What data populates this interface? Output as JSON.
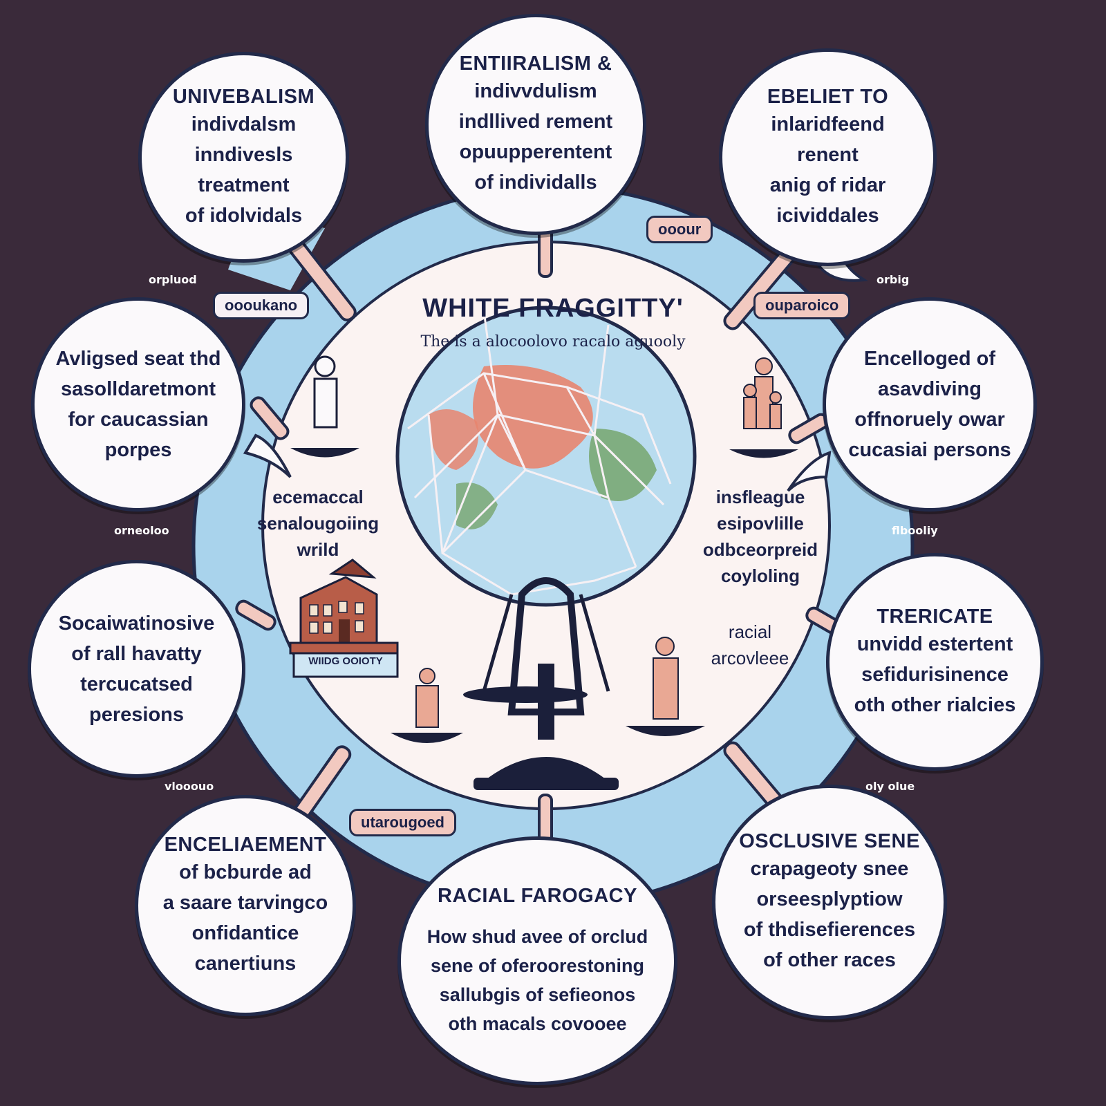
{
  "center": {
    "title": "WHITE FRAGGITTY'",
    "subtitle": "The is a alocoolovo racalo aguooly"
  },
  "bubbles": [
    {
      "title": "UNIVEBALISM",
      "lines": [
        "indivdalsm",
        "inndivesls treatment",
        "of idolvidals"
      ]
    },
    {
      "title": "ENTIIRALISM &",
      "lines": [
        "indivvdulism",
        "indllived rement",
        "opuupperentent",
        "of individalls"
      ]
    },
    {
      "title": "EBELIET TO",
      "lines": [
        "inlaridfeend renent",
        "anig of ridar",
        "icividdales"
      ]
    },
    {
      "title": "",
      "lines": [
        "Avligsed seat thd",
        "sasolldaretmont",
        "for caucassian",
        "porpes"
      ]
    },
    {
      "title": "",
      "lines": [
        "Encelloged of",
        "asavdiving",
        "offnoruely owar",
        "cucasiai persons"
      ]
    },
    {
      "title": "",
      "lines": [
        "Socaiwatinosive",
        "of rall havatty",
        "tercucatsed",
        "peresions"
      ]
    },
    {
      "title": "TRERICATE",
      "lines": [
        "unvidd estertent",
        "sefidurisinence",
        "oth other rialcies"
      ]
    },
    {
      "title": "ENCELIAEMENT",
      "lines": [
        "of bcburde ad",
        "a saare tarvingco",
        "onfidantice",
        "canertiuns"
      ]
    },
    {
      "title": "RACIAL FAROGACY",
      "lines": [
        "How shud avee of orclud",
        "sene of oferoorestoning",
        "sallubgis of sefieonos",
        "oth macals covooee"
      ]
    },
    {
      "title": "OSCLUSIVE SENE",
      "lines": [
        "crapageoty snee",
        "orseesplyptiow",
        "of thdisefierences",
        "of other races"
      ]
    }
  ],
  "tags": [
    "oooukano",
    "ooour",
    "ouparoico",
    "utarougoed"
  ],
  "outer_labels": [
    "orpluod",
    "orbig",
    "orneoloo",
    "flbooliy",
    "vlooouo",
    "oly olue"
  ],
  "inner_labels": {
    "left": [
      "ecemaccal",
      "senalougoiing",
      "wrild"
    ],
    "right": [
      "insfleague",
      "esipovlille",
      "odbceorpreid",
      "coyloling"
    ],
    "right2": [
      "racial",
      "arcovleee"
    ]
  },
  "building_sign": "WIIDG OOIOTY",
  "colors": {
    "background": "#3a2a3a",
    "ring": "#a9d3ec",
    "inner_disc": "#fbf3f2",
    "ink": "#1b2148",
    "connector": "#f2c9c0"
  }
}
